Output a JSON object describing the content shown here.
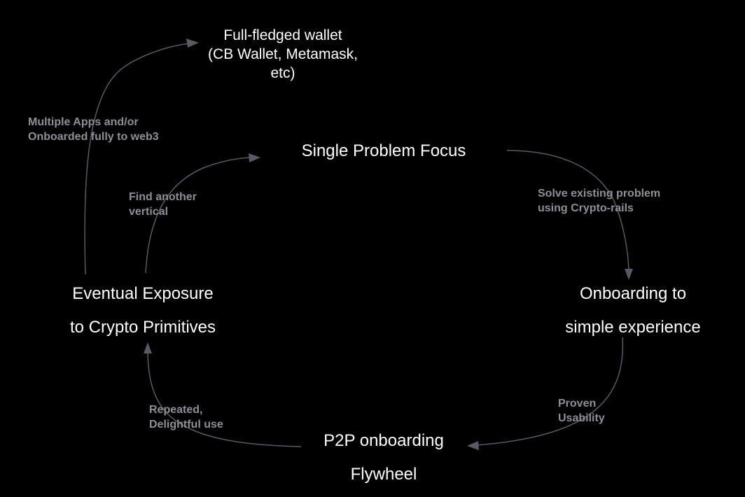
{
  "nodes": {
    "wallet": [
      "Full-fledged wallet",
      "(CB Wallet, Metamask,",
      "etc)"
    ],
    "focus": [
      "Single Problem Focus"
    ],
    "onboarding": [
      "Onboarding to",
      "simple experience"
    ],
    "exposure": [
      "Eventual Exposure",
      "to Crypto Primitives"
    ],
    "p2p": [
      "P2P onboarding",
      "Flywheel"
    ]
  },
  "edge_labels": {
    "multiple_apps": [
      "Multiple Apps and/or",
      "Onboarded fully to web3"
    ],
    "solve_existing": [
      "Solve existing problem",
      "using Crypto-rails"
    ],
    "find_vertical": [
      "Find another",
      "vertical"
    ],
    "proven_usability": [
      "Proven",
      "Usability"
    ],
    "repeated_use": [
      "Repeated,",
      "Delightful use"
    ]
  },
  "colors": {
    "background": "#000000",
    "node_text": "#ffffff",
    "edge_label_text": "#8e8e98",
    "edge_line": "#5a5a64"
  }
}
